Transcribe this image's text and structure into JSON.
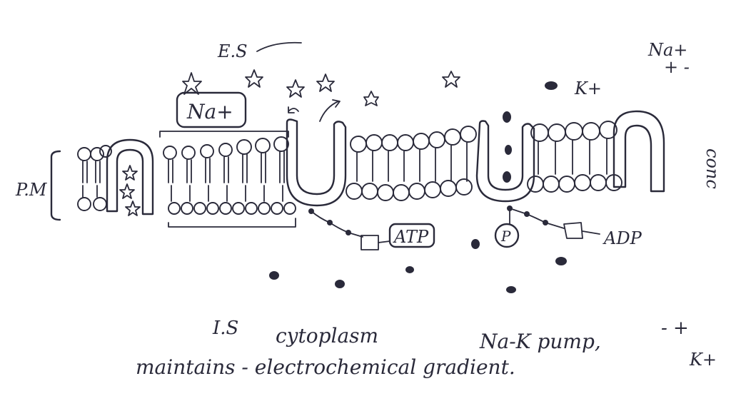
{
  "labels": {
    "es": "E.S",
    "na_top_right": "Na+",
    "charge_top_right": "+ -",
    "pm": "P.M",
    "na_box": "Na+",
    "k_plus": "K+",
    "conc": "conc",
    "atp": "ATP",
    "phosphate": "P",
    "adp": "ADP",
    "is": "I.S",
    "cytoplasm": "cytoplasm",
    "pump": "Na-K pump,",
    "charge_bottom_right": "- +",
    "k_bottom_right": "K+",
    "maintains": "maintains - electrochemical gradient."
  },
  "colors": {
    "ink": "#2a2a3a",
    "paper": "#ffffff"
  }
}
